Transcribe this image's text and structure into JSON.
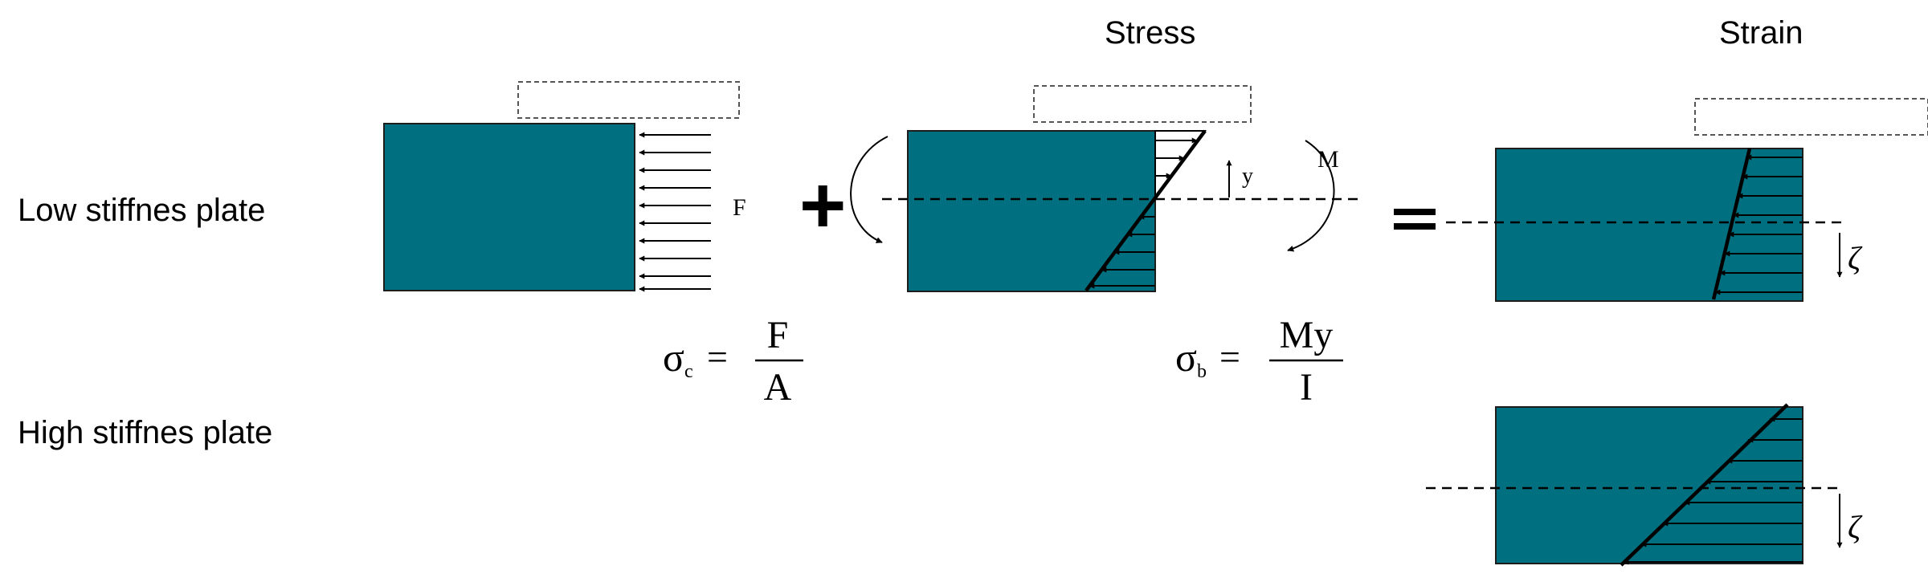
{
  "headers": {
    "stress": "Stress",
    "strain": "Strain"
  },
  "rows": {
    "low": "Low stiffnes plate",
    "high": "High stiffnes plate"
  },
  "symbols": {
    "force": "F",
    "moment": "M",
    "y": "y",
    "zeta": "ζ",
    "plus": "+",
    "equals": "="
  },
  "formulas": {
    "compression": {
      "lhs": "σ",
      "sub": "c",
      "eq": "=",
      "num": "F",
      "den": "A"
    },
    "bending": {
      "lhs": "σ",
      "sub": "b",
      "eq": "=",
      "num": "My",
      "den": "I"
    }
  },
  "colors": {
    "plate": "#007080",
    "line": "#000000",
    "dash": "#555555"
  }
}
